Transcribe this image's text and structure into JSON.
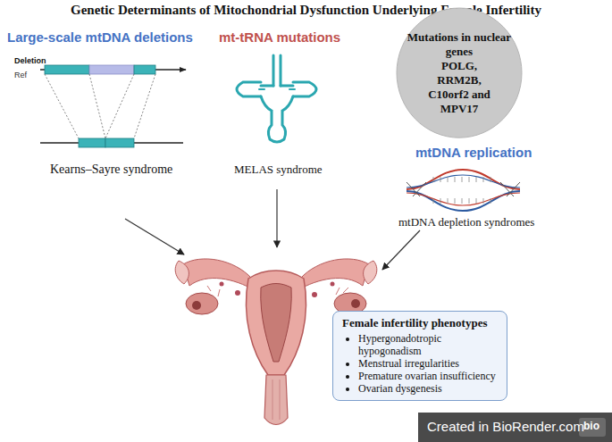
{
  "diagram": {
    "title": "Genetic Determinants of Mitochondrial Dysfunction Underlying Female Infertility",
    "nodes": [
      {
        "text": [
          "Mutations in nuclear genes",
          "POLG, RRM2B, C10orf2 and MPV17"
        ]
      },
      {
        "text": [
          "Female infertility phenotypes",
          "Hypergonadotropic hypogonadism",
          "Menstrual irregularities",
          "Premature ovarian insufficiency",
          "Ovarian dysgenesis"
        ]
      }
    ],
    "labels": [
      "Large-scale mtDNA deletions",
      "Deletion",
      "Ref",
      "Kearns–Sayre syndrome",
      "mt-tRNA mutations",
      "MELAS syndrome",
      "mtDNA replication",
      "mtDNA depletion syndromes",
      "Created in BioRender.com",
      "bio"
    ]
  }
}
